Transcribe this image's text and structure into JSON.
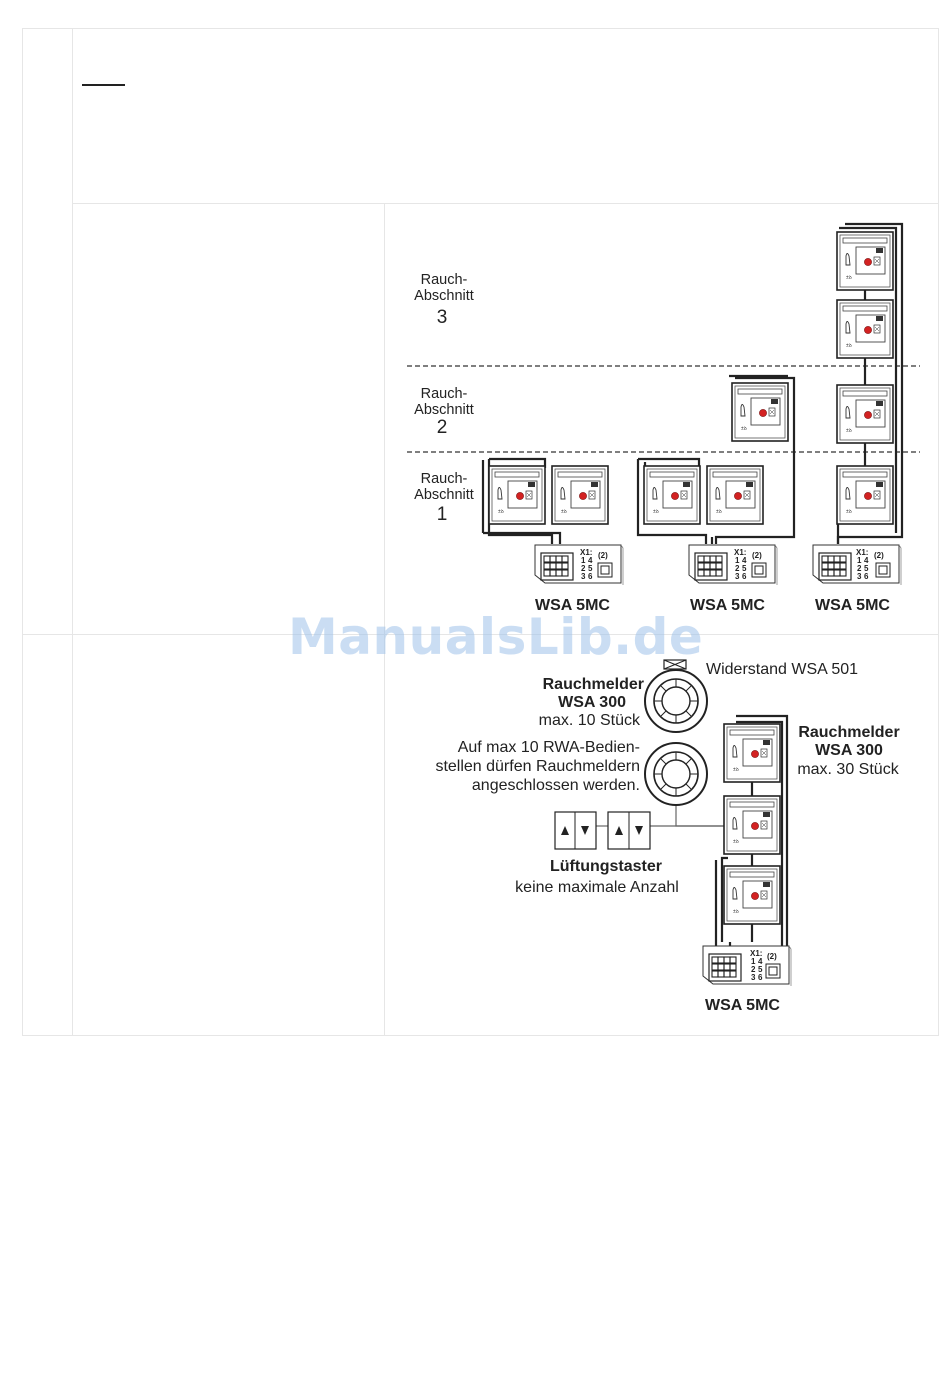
{
  "diagram_top": {
    "sections": [
      {
        "label": "Rauch-",
        "label2": "Abschnitt",
        "number": "3"
      },
      {
        "label": "Rauch-",
        "label2": "Abschnitt",
        "number": "2"
      },
      {
        "label": "Rauch-",
        "label2": "Abschnitt",
        "number": "1"
      }
    ],
    "controllers": [
      "WSA 5MC",
      "WSA 5MC",
      "WSA 5MC"
    ],
    "terminal": {
      "x1": "X1:",
      "left_col": [
        "1",
        "2",
        "3"
      ],
      "right_col": [
        "4",
        "5",
        "6"
      ],
      "slot": "(2)"
    }
  },
  "diagram_bottom": {
    "resistor_label": "Widerstand WSA 501",
    "smoke_left_title": "Rauchmelder",
    "smoke_left_model": "WSA 300",
    "smoke_left_max": "max. 10 Stück",
    "note_line1": "Auf max 10 RWA-Bedien-",
    "note_line2": "stellen dürfen Rauchmeldern",
    "note_line3": "angeschlossen werden.",
    "smoke_right_title": "Rauchmelder",
    "smoke_right_model": "WSA 300",
    "smoke_right_max": "max. 30 Stück",
    "button_label": "Lüftungstaster",
    "button_sub": "keine maximale Anzahl",
    "controller": "WSA 5MC",
    "terminal": {
      "x1": "X1:",
      "left_col": [
        "1",
        "2",
        "3"
      ],
      "right_col": [
        "4",
        "5",
        "6"
      ],
      "slot": "(2)"
    }
  },
  "watermark": "ManualsLib.de"
}
